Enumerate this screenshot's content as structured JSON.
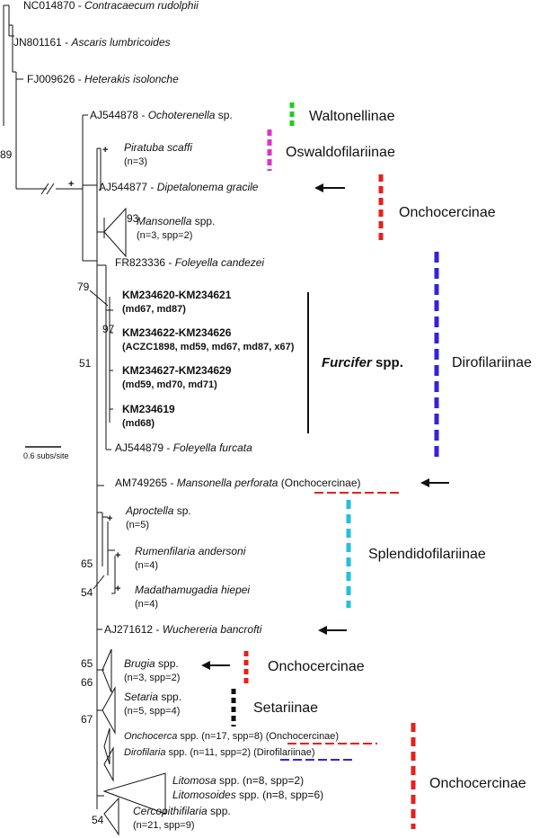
{
  "taxa": {
    "t1": {
      "acc": "NC014870 - ",
      "name": "Contracaecum rudolphii"
    },
    "t2": {
      "acc": "JN801161 - ",
      "name": "Ascaris lumbricoides"
    },
    "t3": {
      "acc": "FJ009626 - ",
      "name": "Heterakis isolonche"
    },
    "t4": {
      "acc": "AJ544878 - ",
      "name": "Ochoterenella",
      "suffix": " sp."
    },
    "t5": {
      "name": "Piratuba scaffi",
      "sub": "(n=3)"
    },
    "t6": {
      "acc": "AJ544877 - ",
      "name": "Dipetalonema gracile"
    },
    "t7": {
      "name": "Mansonella",
      "suffix": " spp.",
      "sub": "(n=3, spp=2)"
    },
    "t8": {
      "acc": "FR823336 - ",
      "name": "Foleyella candezei"
    },
    "t9": {
      "name": "KM234620-KM234621",
      "sub": "(md67, md87)"
    },
    "t10": {
      "name": "KM234622-KM234626",
      "sub": "(ACZC1898, md59, md67, md87, x67)"
    },
    "t11": {
      "name": "KM234627-KM234629",
      "sub": "(md59, md70, md71)"
    },
    "t12": {
      "name": "KM234619",
      "sub": "(md68)"
    },
    "t13": {
      "acc": "AJ544879 - ",
      "name": "Foleyella furcata"
    },
    "t14": {
      "acc": "AM749265 - ",
      "name": "Mansonella perforata",
      "paren": "(Onchocercinae)"
    },
    "t15": {
      "name": "Aproctella",
      "suffix": " sp.",
      "sub": "(n=5)"
    },
    "t16": {
      "name": "Rumenfilaria andersoni",
      "sub": "(n=4)"
    },
    "t17": {
      "name": "Madathamugadia hiepei",
      "sub": "(n=4)"
    },
    "t18": {
      "acc": "AJ271612 - ",
      "name": "Wuchereria bancrofti"
    },
    "t19": {
      "name": "Brugia",
      "suffix": " spp.",
      "sub": "(n=3, spp=2)"
    },
    "t20": {
      "name": "Setaria",
      "suffix": " spp.",
      "sub": "(n=5, spp=4)"
    },
    "t21": {
      "name": "Onchocerca",
      "suffix": " spp. (n=17, spp=8) ",
      "paren": "(Onchocercinae)"
    },
    "t22": {
      "name": "Dirofilaria",
      "suffix": " spp. (n=11, spp=2) ",
      "paren": "(Dirofilariinae)"
    },
    "t23": {
      "name": "Litomosa",
      "suffix": " spp. (n=8, spp=2)"
    },
    "t24": {
      "name": "Litomosoides",
      "suffix": " spp. (n=8, spp=6)"
    },
    "t25": {
      "name": "Cercopithifilaria",
      "suffix": " spp.",
      "sub": "(n=21, spp=9)"
    }
  },
  "groups": {
    "waltonellinae": "Waltonellinae",
    "oswaldofilariinae": "Oswaldofilariinae",
    "onchocercinae_top": "Onchocercinae",
    "dirofilariinae": "Dirofilariinae",
    "splendidofilariinae": "Splendidofilariinae",
    "onchocercinae_mid": "Onchocercinae",
    "setariinae": "Setariinae",
    "onchocercinae_bottom": "Onchocercinae",
    "furcifer_prefix": "Furcifer",
    "furcifer_suffix": " spp."
  },
  "support": {
    "s89": "89",
    "s93": "93",
    "s79": "79",
    "s97": "97",
    "s51": "51",
    "s65a": "65",
    "s54a": "54",
    "s65b": "65",
    "s66": "66",
    "s67": "67",
    "s54b": "54",
    "plus": "+"
  },
  "scale_bar": {
    "label": "0.6 subs/site"
  },
  "colors": {
    "waltonellinae": "#22cc22",
    "oswaldofilariinae": "#dd33cc",
    "onchocercinae": "#e8201c",
    "dirofilariinae": "#3322dd",
    "splendidofilariinae": "#22c0e0",
    "setariinae": "#111111"
  }
}
